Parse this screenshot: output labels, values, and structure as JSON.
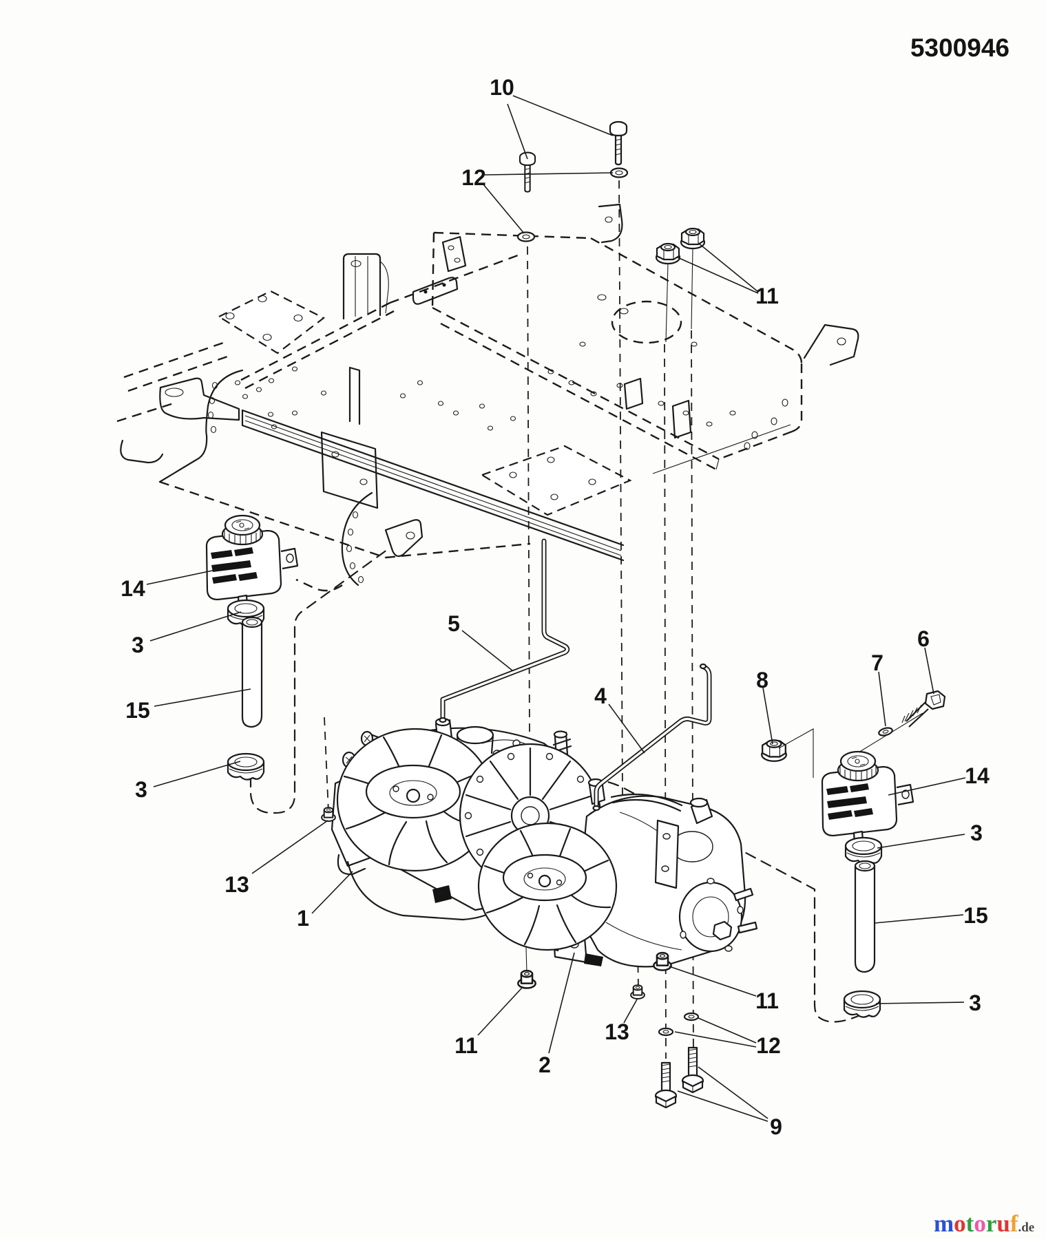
{
  "header": {
    "part_number": "5300946"
  },
  "diagram": {
    "type": "exploded-parts-diagram",
    "line_color": "#1a1a1a",
    "background_color": "#fdfdfc",
    "callouts": [
      {
        "id": "c10",
        "number": "10"
      },
      {
        "id": "c12-top",
        "number": "12"
      },
      {
        "id": "c11-top",
        "number": "11"
      },
      {
        "id": "c14-left",
        "number": "14"
      },
      {
        "id": "c3-left-upper",
        "number": "3"
      },
      {
        "id": "c15-left",
        "number": "15"
      },
      {
        "id": "c3-left-lower",
        "number": "3"
      },
      {
        "id": "c5",
        "number": "5"
      },
      {
        "id": "c4",
        "number": "4"
      },
      {
        "id": "c8",
        "number": "8"
      },
      {
        "id": "c7",
        "number": "7"
      },
      {
        "id": "c6",
        "number": "6"
      },
      {
        "id": "c14-right",
        "number": "14"
      },
      {
        "id": "c3-right-upper",
        "number": "3"
      },
      {
        "id": "c15-right",
        "number": "15"
      },
      {
        "id": "c3-right-lower",
        "number": "3"
      },
      {
        "id": "c13-left",
        "number": "13"
      },
      {
        "id": "c1",
        "number": "1"
      },
      {
        "id": "c11-bottom-left",
        "number": "11"
      },
      {
        "id": "c2",
        "number": "2"
      },
      {
        "id": "c13-bottom",
        "number": "13"
      },
      {
        "id": "c11-bottom-right",
        "number": "11"
      },
      {
        "id": "c12-bottom",
        "number": "12"
      },
      {
        "id": "c9",
        "number": "9"
      }
    ]
  },
  "watermark": {
    "letters": [
      {
        "ch": "m",
        "color": "#2b4fd8"
      },
      {
        "ch": "o",
        "color": "#e03535"
      },
      {
        "ch": "t",
        "color": "#2f9e3f"
      },
      {
        "ch": "o",
        "color": "#ee58a8"
      },
      {
        "ch": "r",
        "color": "#2f9e3f"
      },
      {
        "ch": "u",
        "color": "#e03535"
      },
      {
        "ch": "f",
        "color": "#f0a030"
      }
    ],
    "suffix": ".de",
    "suffix_color": "#4a4a4a"
  }
}
